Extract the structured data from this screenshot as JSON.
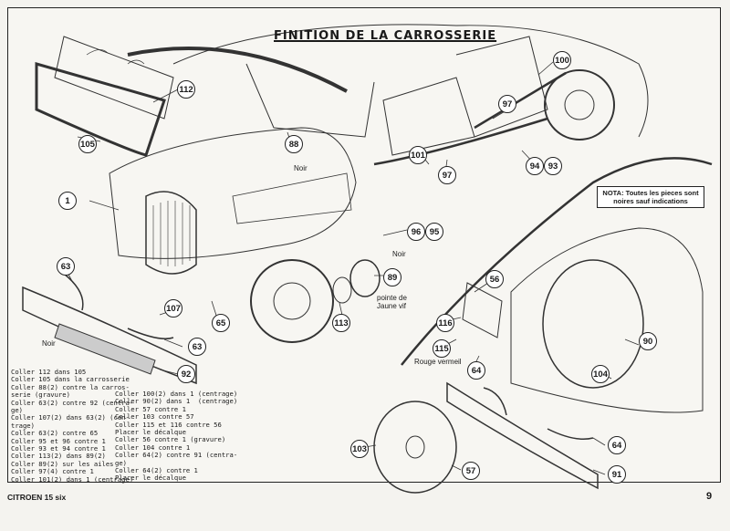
{
  "title": "FINITION DE LA CARROSSERIE",
  "callouts": [
    "112",
    "105",
    "1",
    "88",
    "101",
    "97",
    "97",
    "100",
    "94",
    "93",
    "96",
    "95",
    "63",
    "107",
    "65",
    "113",
    "89",
    "63",
    "92",
    "56",
    "116",
    "115",
    "64",
    "90",
    "104",
    "103",
    "57",
    "64",
    "91"
  ],
  "labels": {
    "noir_1": "Noir",
    "noir_2": "Noir",
    "noir_3": "Noir",
    "pointe_jaune": "pointe de\nJaune vif",
    "rouge_vermeil": "Rouge vermeil"
  },
  "note": "NOTA: Toutes les pieces sont noires sauf indications",
  "instructions_col1": [
    "Coller 112 dans 105",
    "Coller 105 dans la carrosserie",
    "Coller 88(2) contre la carros-",
    "serie (gravure)",
    "Coller 63(2) contre 92 (centra-",
    "ge)",
    "Coller 107(2) dans 63(2) (cen-",
    "trage)",
    "Coller 63(2) contre 65",
    "Coller 95 et 96 contre 1",
    "Coller 93 et 94 contre 1",
    "Coller 113(2) dans 89(2)",
    "Coller 89(2) sur les ailes",
    "Coller 97(4) contre 1",
    "Coller 101(2) dans 1 (centrage)"
  ],
  "instructions_col2": [
    "Coller 100(2) dans 1 (centrage)",
    "Coller 90(2) dans 1  (centrage)",
    "Coller 57 contre 1",
    "Coller 103 contre 57",
    "Coller 115 et 116 contre 56",
    "Placer le décalque",
    "Coller 56 contre 1 (gravure)",
    "Coller 104 contre 1",
    "Coller 64(2) contre 91 (centra-",
    "ge)",
    "Coller 64(2) contre 1",
    "Placer le décalque"
  ],
  "footer": {
    "left": "CITROEN 15 six",
    "page": "9"
  }
}
